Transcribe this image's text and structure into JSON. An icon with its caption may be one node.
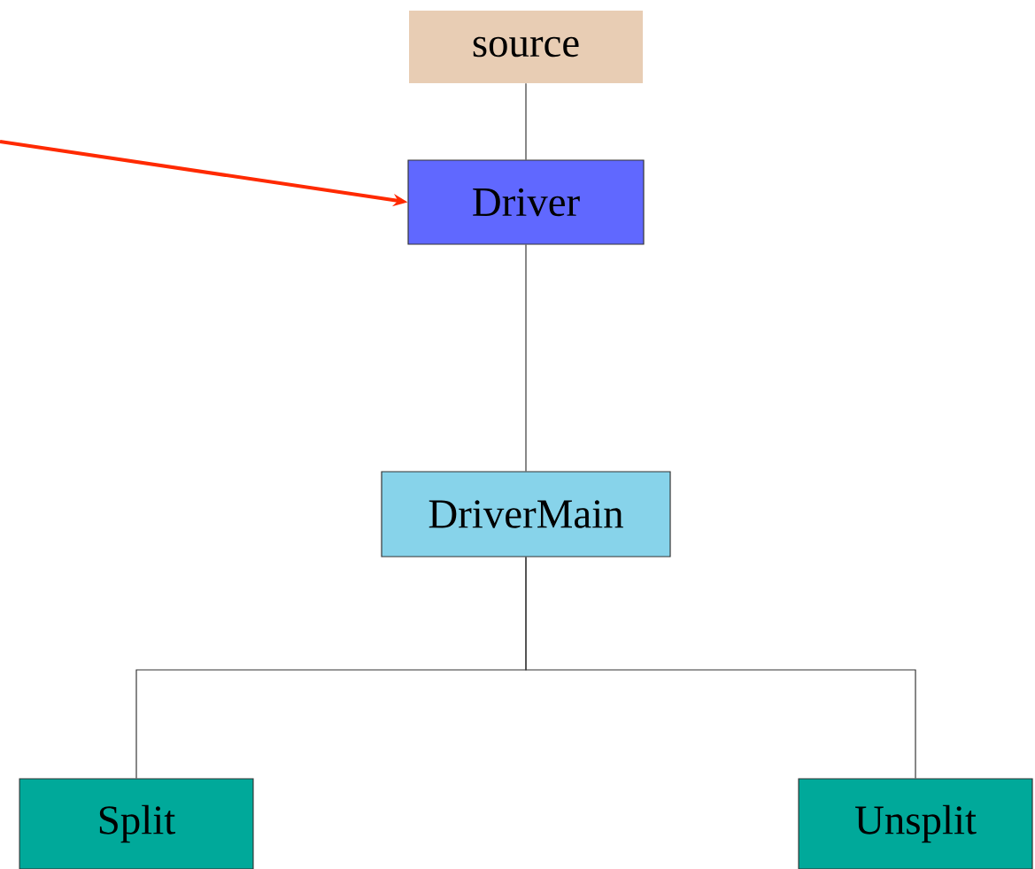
{
  "diagram": {
    "nodes": [
      {
        "text": [
          "source"
        ]
      },
      {
        "text": [
          "Driver"
        ]
      },
      {
        "text": [
          "DriverMain"
        ]
      },
      {
        "text": [
          "Split"
        ]
      },
      {
        "text": [
          "Unsplit"
        ]
      }
    ],
    "edges": [
      {
        "from": 0,
        "to": 1,
        "arrow": "none"
      },
      {
        "from": 1,
        "to": 2,
        "arrow": "none"
      },
      {
        "from": 2,
        "to": 3,
        "arrow": "none"
      },
      {
        "from": 2,
        "to": 4,
        "arrow": "none"
      },
      {
        "from": null,
        "to": 1,
        "arrow": "to",
        "style": "thick",
        "color": "#ff2a00"
      }
    ]
  }
}
